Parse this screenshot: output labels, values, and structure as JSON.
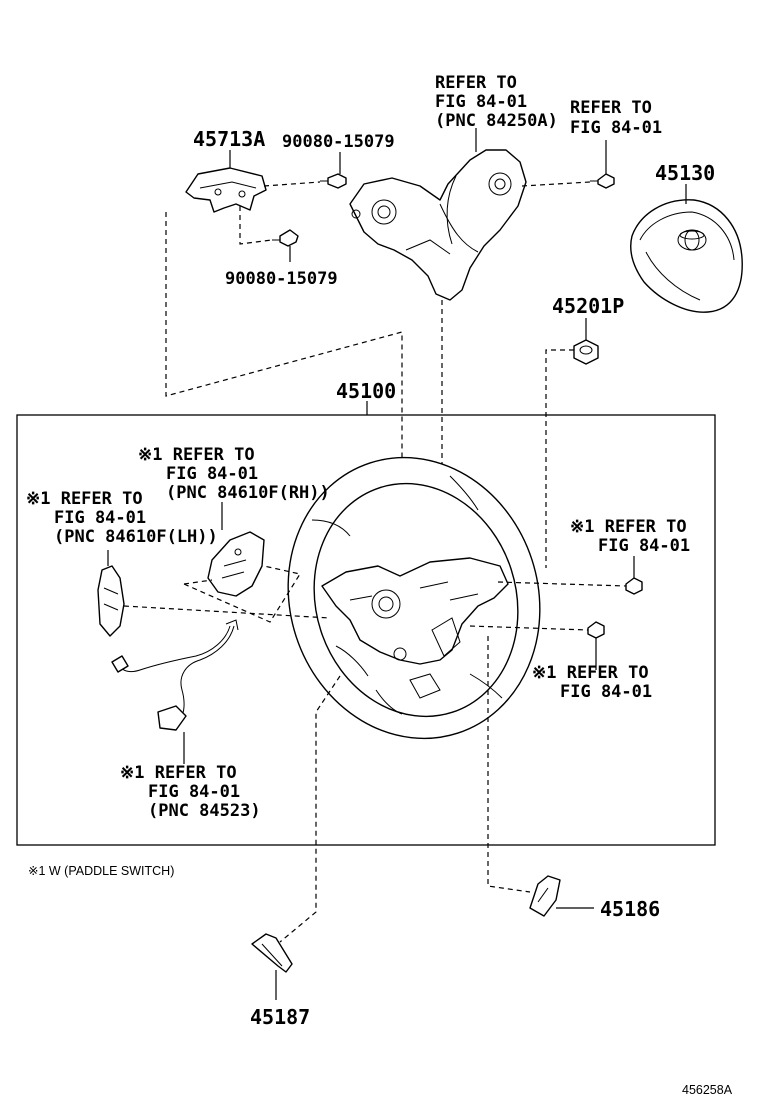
{
  "parts": {
    "p45713A": "45713A",
    "p90080_top": "90080-15079",
    "p90080_bottom": "90080-15079",
    "p45130": "45130",
    "p45201P": "45201P",
    "p45100": "45100",
    "p45186": "45186",
    "p45187": "45187"
  },
  "refs": {
    "ref_top_84250A": [
      "REFER TO",
      "FIG 84-01",
      "(PNC 84250A)"
    ],
    "ref_top_right": [
      "REFER TO",
      "FIG 84-01"
    ],
    "ref_84610F_RH": [
      "※1 REFER TO",
      "FIG 84-01",
      "(PNC 84610F(RH))"
    ],
    "ref_84610F_LH": [
      "※1 REFER TO",
      "FIG 84-01",
      "(PNC 84610F(LH))"
    ],
    "ref_right_upper": [
      "※1 REFER TO",
      "FIG 84-01"
    ],
    "ref_right_lower": [
      "※1 REFER TO",
      "FIG 84-01"
    ],
    "ref_84523": [
      "※1 REFER TO",
      "FIG 84-01",
      "(PNC 84523)"
    ]
  },
  "footnote": "※1 W (PADDLE SWITCH)",
  "figure_code": "456258A",
  "icons": [
    "bolt-icon",
    "clip-icon",
    "steering-wheel-icon",
    "airbag-icon",
    "toyota-emblem-icon",
    "wire-harness-icon",
    "paddle-switch-icon",
    "cover-icon"
  ]
}
